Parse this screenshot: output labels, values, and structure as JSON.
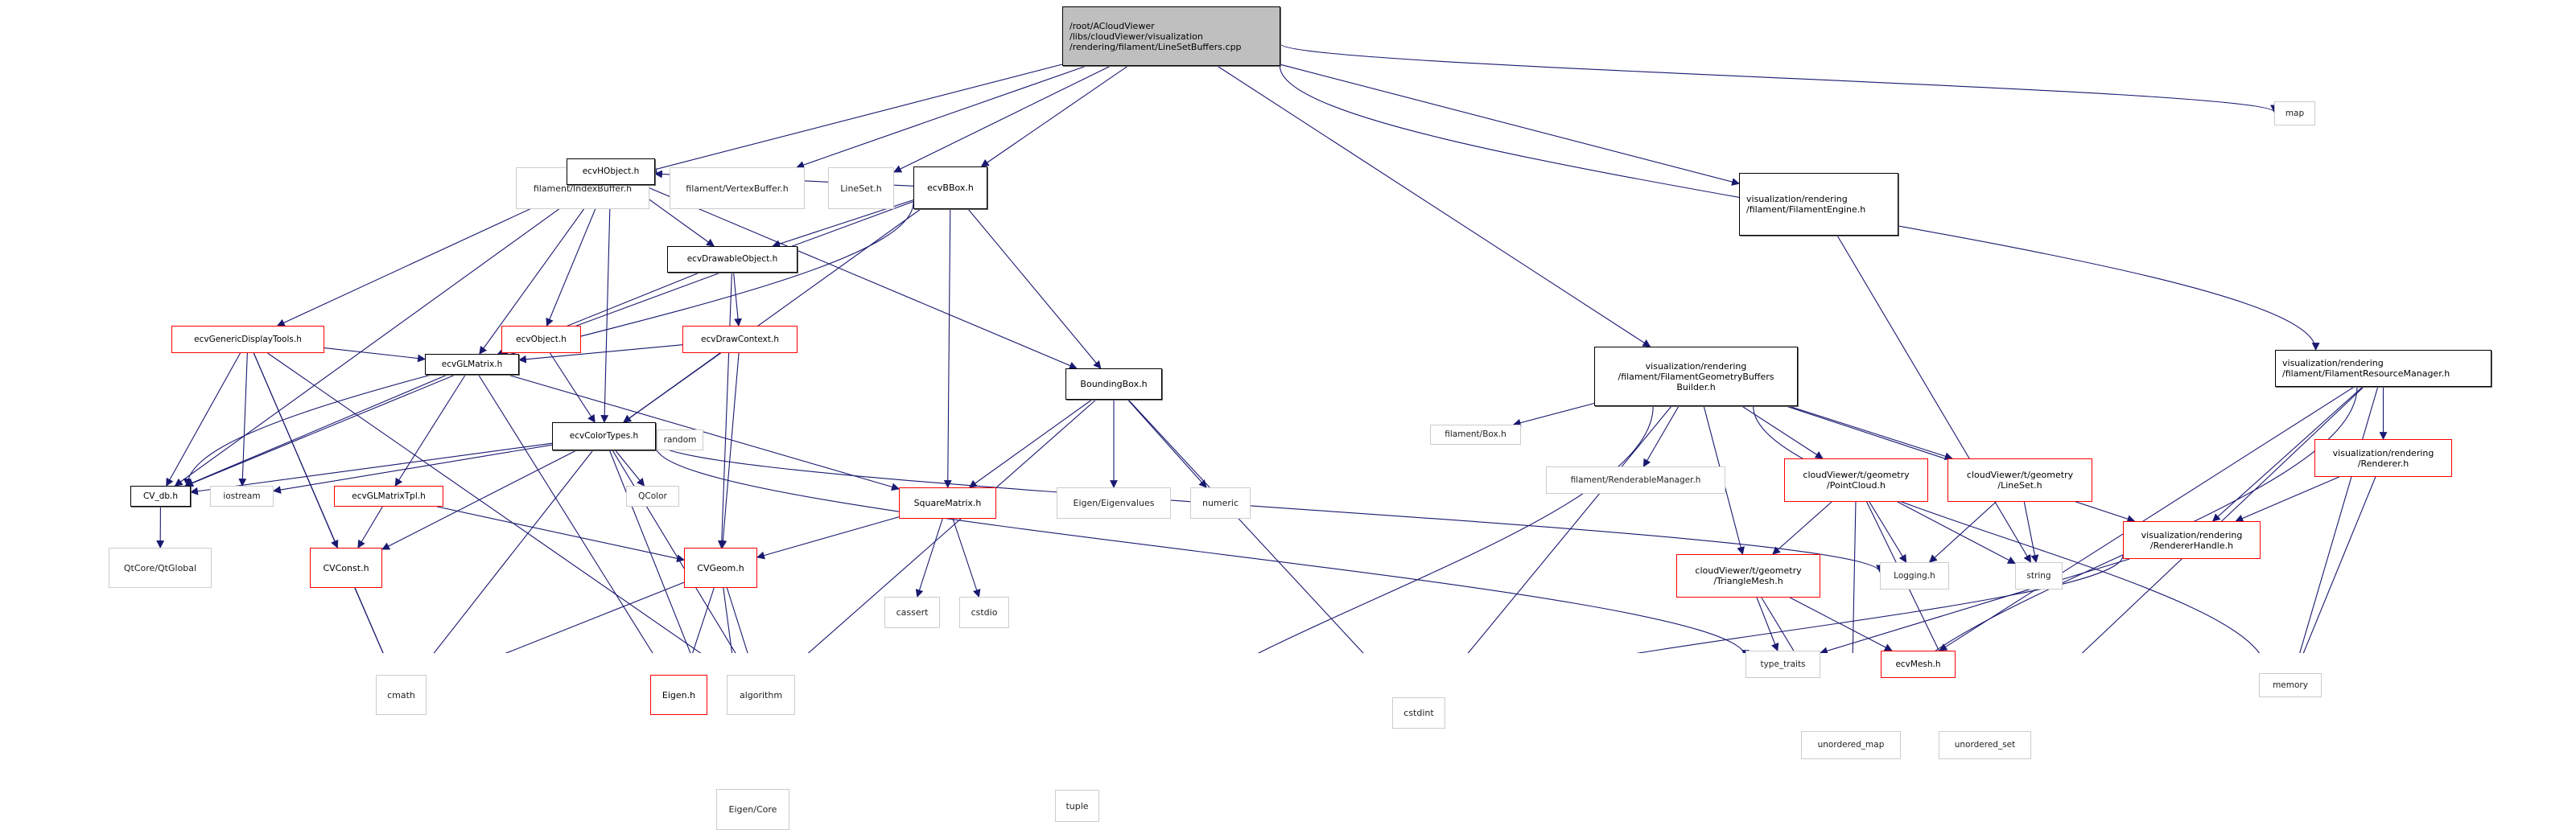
{
  "title": "Include dependency graph for LineSetBuffers.cpp",
  "colors": {
    "edge": "#191970",
    "documented_border": "#000000",
    "undocumented_border": "#ff0000",
    "system_border": "#cccccc",
    "root_fill": "#bfbfbf"
  },
  "nodes": [
    {
      "id": "root",
      "label": "/root/ACloudViewer\n/libs/cloudViewer/visualization\n/rendering/filament/LineSetBuffers.cpp",
      "kind": "root"
    },
    {
      "id": "IndexBuffer",
      "label": "filament/IndexBuffer.h",
      "kind": "sys"
    },
    {
      "id": "VertexBuffer",
      "label": "filament/VertexBuffer.h",
      "kind": "sys"
    },
    {
      "id": "LineSet",
      "label": "LineSet.h",
      "kind": "sys"
    },
    {
      "id": "ecvBBox",
      "label": "ecvBBox.h",
      "kind": "doc"
    },
    {
      "id": "FilamentEngine",
      "label": "visualization/rendering\n/filament/FilamentEngine.h",
      "kind": "doc"
    },
    {
      "id": "map",
      "label": "map",
      "kind": "sys"
    },
    {
      "id": "ecvHObject",
      "label": "ecvHObject.h",
      "kind": "doc"
    },
    {
      "id": "ecvDrawableObject",
      "label": "ecvDrawableObject.h",
      "kind": "doc"
    },
    {
      "id": "ecvGenericDisplayTools",
      "label": "ecvGenericDisplayTools.h",
      "kind": "red"
    },
    {
      "id": "ecvObject",
      "label": "ecvObject.h",
      "kind": "red"
    },
    {
      "id": "ecvDrawContext",
      "label": "ecvDrawContext.h",
      "kind": "red"
    },
    {
      "id": "ecvGLMatrix",
      "label": "ecvGLMatrix.h",
      "kind": "doc"
    },
    {
      "id": "ecvColorTypes",
      "label": "ecvColorTypes.h",
      "kind": "doc"
    },
    {
      "id": "BoundingBox",
      "label": "BoundingBox.h",
      "kind": "doc"
    },
    {
      "id": "FGBB",
      "label": "visualization/rendering\n/filament/FilamentGeometryBuffers\nBuilder.h",
      "kind": "doc"
    },
    {
      "id": "FRM",
      "label": "visualization/rendering\n/filament/FilamentResourceManager.h",
      "kind": "doc"
    },
    {
      "id": "CV_db",
      "label": "CV_db.h",
      "kind": "doc"
    },
    {
      "id": "iostream",
      "label": "iostream",
      "kind": "sys"
    },
    {
      "id": "ecvGLMatrixTpl",
      "label": "ecvGLMatrixTpl.h",
      "kind": "red"
    },
    {
      "id": "QColor",
      "label": "QColor",
      "kind": "sys"
    },
    {
      "id": "random",
      "label": "random",
      "kind": "sys"
    },
    {
      "id": "SquareMatrix",
      "label": "SquareMatrix.h",
      "kind": "red"
    },
    {
      "id": "EigenEigenvalues",
      "label": "Eigen/Eigenvalues",
      "kind": "sys"
    },
    {
      "id": "numeric",
      "label": "numeric",
      "kind": "sys"
    },
    {
      "id": "filamentBox",
      "label": "filament/Box.h",
      "kind": "sys"
    },
    {
      "id": "RenderableManager",
      "label": "filament/RenderableManager.h",
      "kind": "sys"
    },
    {
      "id": "PointCloud",
      "label": "cloudViewer/t/geometry\n/PointCloud.h",
      "kind": "red"
    },
    {
      "id": "tLineSet",
      "label": "cloudViewer/t/geometry\n/LineSet.h",
      "kind": "red"
    },
    {
      "id": "Renderer",
      "label": "visualization/rendering\n/Renderer.h",
      "kind": "red"
    },
    {
      "id": "QtGlobal",
      "label": "QtCore/QtGlobal",
      "kind": "sys"
    },
    {
      "id": "CVConst",
      "label": "CVConst.h",
      "kind": "red"
    },
    {
      "id": "CVGeom",
      "label": "CVGeom.h",
      "kind": "red"
    },
    {
      "id": "cassert",
      "label": "cassert",
      "kind": "sys"
    },
    {
      "id": "cstdio",
      "label": "cstdio",
      "kind": "sys"
    },
    {
      "id": "TriangleMesh",
      "label": "cloudViewer/t/geometry\n/TriangleMesh.h",
      "kind": "red"
    },
    {
      "id": "Logging",
      "label": "Logging.h",
      "kind": "sys"
    },
    {
      "id": "string",
      "label": "string",
      "kind": "sys"
    },
    {
      "id": "RendererHandle",
      "label": "visualization/rendering\n/RendererHandle.h",
      "kind": "red"
    },
    {
      "id": "cmath",
      "label": "cmath",
      "kind": "sys"
    },
    {
      "id": "EigenH",
      "label": "Eigen.h",
      "kind": "red"
    },
    {
      "id": "algorithm",
      "label": "algorithm",
      "kind": "sys"
    },
    {
      "id": "cstdint",
      "label": "cstdint",
      "kind": "sys"
    },
    {
      "id": "type_traits",
      "label": "type_traits",
      "kind": "sys"
    },
    {
      "id": "ecvMesh",
      "label": "ecvMesh.h",
      "kind": "red"
    },
    {
      "id": "EigenCore",
      "label": "Eigen/Core",
      "kind": "sys"
    },
    {
      "id": "tuple",
      "label": "tuple",
      "kind": "sys"
    },
    {
      "id": "unordered_map",
      "label": "unordered_map",
      "kind": "sys"
    },
    {
      "id": "unordered_set",
      "label": "unordered_set",
      "kind": "sys"
    },
    {
      "id": "memory",
      "label": "memory",
      "kind": "sys"
    }
  ],
  "edges": [
    [
      "root",
      "IndexBuffer"
    ],
    [
      "root",
      "VertexBuffer"
    ],
    [
      "root",
      "LineSet"
    ],
    [
      "root",
      "ecvBBox"
    ],
    [
      "root",
      "FilamentEngine"
    ],
    [
      "root",
      "map"
    ],
    [
      "root",
      "FGBB"
    ],
    [
      "root",
      "FRM"
    ],
    [
      "ecvBBox",
      "ecvHObject"
    ],
    [
      "ecvBBox",
      "ecvDrawableObject"
    ],
    [
      "ecvBBox",
      "ecvGLMatrix"
    ],
    [
      "ecvBBox",
      "ecvColorTypes"
    ],
    [
      "ecvBBox",
      "BoundingBox"
    ],
    [
      "ecvBBox",
      "SquareMatrix"
    ],
    [
      "ecvBBox",
      "CV_db"
    ],
    [
      "ecvHObject",
      "ecvDrawableObject"
    ],
    [
      "ecvHObject",
      "ecvGenericDisplayTools"
    ],
    [
      "ecvHObject",
      "ecvObject"
    ],
    [
      "ecvHObject",
      "ecvGLMatrix"
    ],
    [
      "ecvHObject",
      "ecvColorTypes"
    ],
    [
      "ecvHObject",
      "BoundingBox"
    ],
    [
      "ecvHObject",
      "CV_db"
    ],
    [
      "ecvDrawableObject",
      "ecvDrawContext"
    ],
    [
      "ecvDrawableObject",
      "ecvGLMatrix"
    ],
    [
      "ecvDrawableObject",
      "CVGeom"
    ],
    [
      "ecvGenericDisplayTools",
      "ecvGLMatrix"
    ],
    [
      "ecvGenericDisplayTools",
      "CV_db"
    ],
    [
      "ecvGenericDisplayTools",
      "iostream"
    ],
    [
      "ecvGenericDisplayTools",
      "CVConst"
    ],
    [
      "ecvGenericDisplayTools",
      "cmath"
    ],
    [
      "ecvGenericDisplayTools",
      "algorithm"
    ],
    [
      "ecvObject",
      "ecvColorTypes"
    ],
    [
      "ecvObject",
      "CV_db"
    ],
    [
      "ecvDrawContext",
      "ecvColorTypes"
    ],
    [
      "ecvDrawContext",
      "ecvGLMatrix"
    ],
    [
      "ecvDrawContext",
      "CVGeom"
    ],
    [
      "ecvGLMatrix",
      "CV_db"
    ],
    [
      "ecvGLMatrix",
      "ecvGLMatrixTpl"
    ],
    [
      "ecvGLMatrix",
      "SquareMatrix"
    ],
    [
      "ecvGLMatrix",
      "EigenH"
    ],
    [
      "ecvColorTypes",
      "CV_db"
    ],
    [
      "ecvColorTypes",
      "iostream"
    ],
    [
      "ecvColorTypes",
      "QColor"
    ],
    [
      "ecvColorTypes",
      "random"
    ],
    [
      "ecvColorTypes",
      "CVConst"
    ],
    [
      "ecvColorTypes",
      "cmath"
    ],
    [
      "ecvColorTypes",
      "algorithm"
    ],
    [
      "ecvColorTypes",
      "EigenCore"
    ],
    [
      "ecvColorTypes",
      "type_traits"
    ],
    [
      "ecvColorTypes",
      "Logging"
    ],
    [
      "ecvGLMatrixTpl",
      "CVConst"
    ],
    [
      "ecvGLMatrixTpl",
      "CVGeom"
    ],
    [
      "CV_db",
      "QtGlobal"
    ],
    [
      "CVConst",
      "cmath"
    ],
    [
      "CVGeom",
      "cmath"
    ],
    [
      "CVGeom",
      "EigenH"
    ],
    [
      "CVGeom",
      "algorithm"
    ],
    [
      "CVGeom",
      "EigenCore"
    ],
    [
      "EigenH",
      "EigenCore"
    ],
    [
      "EigenH",
      "tuple"
    ],
    [
      "EigenH",
      "memory"
    ],
    [
      "BoundingBox",
      "SquareMatrix"
    ],
    [
      "BoundingBox",
      "EigenEigenvalues"
    ],
    [
      "BoundingBox",
      "numeric"
    ],
    [
      "BoundingBox",
      "cstdint"
    ],
    [
      "BoundingBox",
      "algorithm"
    ],
    [
      "SquareMatrix",
      "CVGeom"
    ],
    [
      "SquareMatrix",
      "cassert"
    ],
    [
      "SquareMatrix",
      "cstdio"
    ],
    [
      "FilamentEngine",
      "string"
    ],
    [
      "FGBB",
      "filamentBox"
    ],
    [
      "FGBB",
      "RenderableManager"
    ],
    [
      "FGBB",
      "PointCloud"
    ],
    [
      "FGBB",
      "tLineSet"
    ],
    [
      "FGBB",
      "TriangleMesh"
    ],
    [
      "FGBB",
      "RendererHandle"
    ],
    [
      "FGBB",
      "cstdint"
    ],
    [
      "FGBB",
      "tuple"
    ],
    [
      "FGBB",
      "memory"
    ],
    [
      "PointCloud",
      "TriangleMesh"
    ],
    [
      "PointCloud",
      "Logging"
    ],
    [
      "PointCloud",
      "string"
    ],
    [
      "PointCloud",
      "unordered_map"
    ],
    [
      "PointCloud",
      "unordered_set"
    ],
    [
      "tLineSet",
      "Logging"
    ],
    [
      "tLineSet",
      "string"
    ],
    [
      "TriangleMesh",
      "type_traits"
    ],
    [
      "TriangleMesh",
      "ecvMesh"
    ],
    [
      "TriangleMesh",
      "unordered_map"
    ],
    [
      "ecvMesh",
      "unordered_map"
    ],
    [
      "ecvMesh",
      "unordered_set"
    ],
    [
      "ecvMesh",
      "EigenCore"
    ],
    [
      "FRM",
      "Renderer"
    ],
    [
      "FRM",
      "RendererHandle"
    ],
    [
      "FRM",
      "ecvMesh"
    ],
    [
      "FRM",
      "unordered_map"
    ],
    [
      "FRM",
      "unordered_set"
    ],
    [
      "FRM",
      "memory"
    ],
    [
      "Renderer",
      "RendererHandle"
    ],
    [
      "Renderer",
      "memory"
    ],
    [
      "RendererHandle",
      "cstdint"
    ],
    [
      "RendererHandle",
      "type_traits"
    ]
  ]
}
